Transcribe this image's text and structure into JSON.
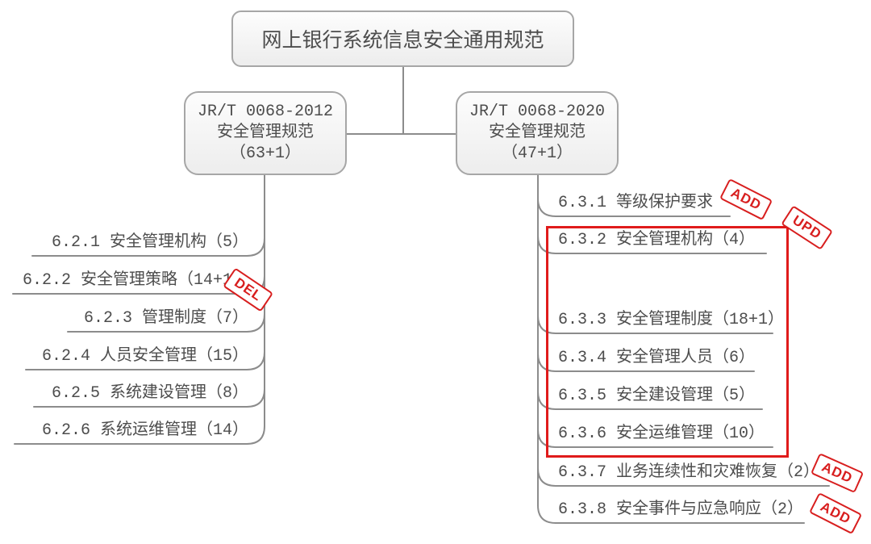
{
  "root": {
    "title": "网上银行系统信息安全通用规范"
  },
  "left_branch": {
    "title_lines": [
      "JR/T 0068-2012",
      "安全管理规范",
      "（63+1）"
    ],
    "items": [
      {
        "label": "6.2.1 安全管理机构（5）"
      },
      {
        "label": "6.2.2 安全管理策略（14+1）",
        "tag": "DEL"
      },
      {
        "label": "6.2.3 管理制度（7）"
      },
      {
        "label": "6.2.4 人员安全管理（15）"
      },
      {
        "label": "6.2.5 系统建设管理（8）"
      },
      {
        "label": "6.2.6 系统运维管理（14）"
      }
    ]
  },
  "right_branch": {
    "title_lines": [
      "JR/T 0068-2020",
      "安全管理规范",
      "（47+1）"
    ],
    "items": [
      {
        "label": "6.3.1 等级保护要求",
        "tag": "ADD"
      },
      {
        "label": "6.3.2 安全管理机构（4）"
      },
      {
        "label": "6.3.3 安全管理制度（18+1）"
      },
      {
        "label": "6.3.4 安全管理人员（6）"
      },
      {
        "label": "6.3.5 安全建设管理（5）"
      },
      {
        "label": "6.3.6 安全运维管理（10）"
      },
      {
        "label": "6.3.7 业务连续性和灾难恢复（2）",
        "tag": "ADD"
      },
      {
        "label": "6.3.8 安全事件与应急响应（2）",
        "tag": "ADD"
      }
    ],
    "updated_group": {
      "tag": "UPD"
    }
  },
  "colors": {
    "stamp_red": "#d81e1e",
    "highlight_red": "#e01b1b",
    "line_gray": "#8c8c8c",
    "text_gray": "#4d4d4d",
    "node_border": "#a6a6a6"
  }
}
